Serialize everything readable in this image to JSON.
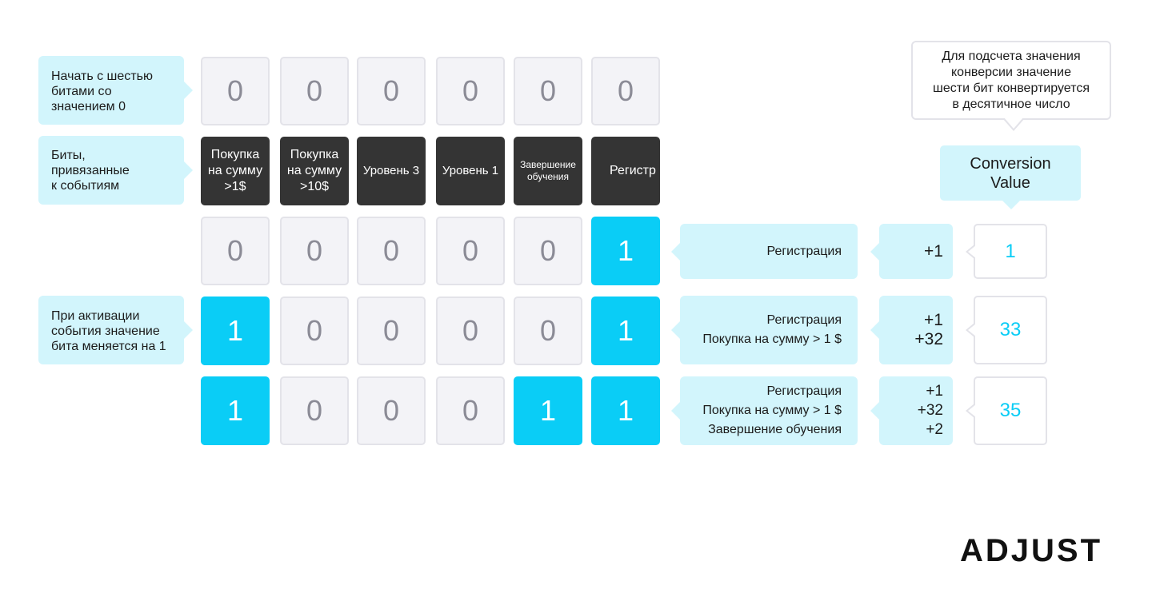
{
  "callouts": {
    "start": "Начать с шестью битами со значением 0",
    "bits": "Биты, привязанные к событиям",
    "activate": "При активации события значение бита меняется на 1"
  },
  "note": "Для подсчета значения\nконверсии значение\nшести бит конвертируется\nв десятичное число",
  "conversion_value_title": "Conversion\nValue",
  "initial_bits": [
    "0",
    "0",
    "0",
    "0",
    "0",
    "0"
  ],
  "bit_labels": [
    "Покупка\nна сумму\n>1$",
    "Покупка\nна сумму\n>10$",
    "Уровень 3",
    "Уровень 1",
    "Завершение\nобучения",
    "Регистр"
  ],
  "rows": [
    {
      "bits": [
        "0",
        "0",
        "0",
        "0",
        "0",
        "1"
      ],
      "events": [
        "Регистрация"
      ],
      "points": [
        "+1"
      ],
      "value": "1"
    },
    {
      "bits": [
        "1",
        "0",
        "0",
        "0",
        "0",
        "1"
      ],
      "events": [
        "Регистрация",
        "Покупка на сумму > 1 $"
      ],
      "points": [
        "+1",
        "+32"
      ],
      "value": "33"
    },
    {
      "bits": [
        "1",
        "0",
        "0",
        "0",
        "1",
        "1"
      ],
      "events": [
        "Регистрация",
        "Покупка на сумму > 1 $",
        "Завершение обучения"
      ],
      "points": [
        "+1",
        "+32",
        "+2"
      ],
      "value": "35"
    }
  ],
  "logo": "ADJUST",
  "colors": {
    "accent": "#0acdf6",
    "callout_bg": "#d2f5fc",
    "label_bg": "#343434",
    "cell_zero_bg": "#f3f3f7"
  }
}
